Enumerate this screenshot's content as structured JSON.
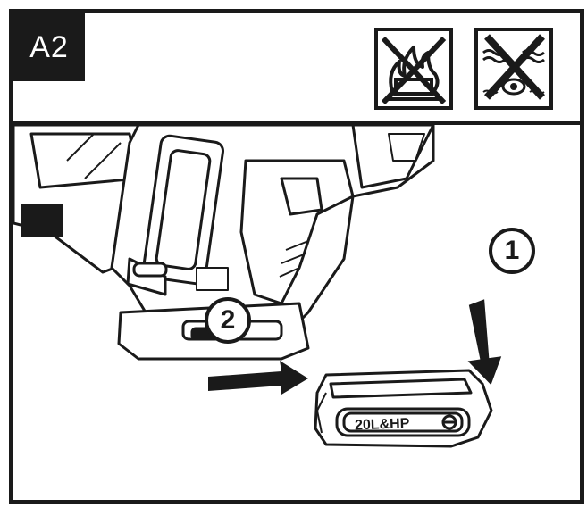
{
  "step_label": "A2",
  "warnings": [
    {
      "icon": "no-fire-icon"
    },
    {
      "icon": "no-water-immersion-icon"
    }
  ],
  "illustration": {
    "tool_icon": "cordless-tool-icon",
    "battery_icon": "battery-pack-icon",
    "battery_label": "20L&HP",
    "steps": [
      {
        "number": "1",
        "arrow": "down-arrow-icon"
      },
      {
        "number": "2",
        "arrow": "right-arrow-icon"
      }
    ]
  }
}
